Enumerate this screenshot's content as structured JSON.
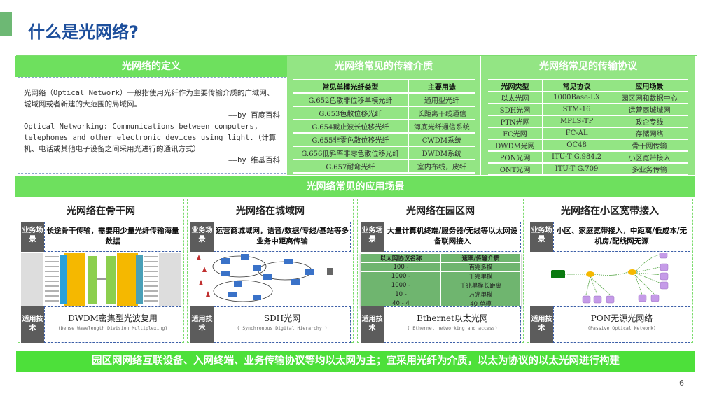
{
  "page": {
    "title": "什么是光网络?",
    "page_number": "6",
    "accent_color": "#6ee05e",
    "title_color": "#1d4f9c"
  },
  "definition": {
    "header": "光网络的定义",
    "zh_text": "光网络（Optical Network）一般指使用光纤作为主要传输介质的广域网、城域网或者新建的大范围的局域网。",
    "zh_source": "——by 百度百科",
    "en_text": "Optical Networking: Communications between computers, telephones and other electronic devices using light.（计算机、电话或其他电子设备之间采用光进行的通讯方式）",
    "en_source": "——by 维基百科"
  },
  "media": {
    "header": "光网络常见的传输介质",
    "columns": [
      "常见单模光纤类型",
      "主要用途"
    ],
    "rows": [
      [
        "G.652色散非位移单模光纤",
        "通用型光纤"
      ],
      [
        "G.653色散位移光纤",
        "长距离干线通信"
      ],
      [
        "G.654截止波长位移光纤",
        "海底光纤通信系统"
      ],
      [
        "G.655非零色散位移光纤",
        "CWDM系统"
      ],
      [
        "G.656低斜率非零色散位移光纤",
        "DWDM系统"
      ],
      [
        "G.657耐弯光纤",
        "室内布线，皮纤"
      ]
    ]
  },
  "protocols": {
    "header": "光网络常见的传输协议",
    "columns": [
      "光网类型",
      "常见协议",
      "应用场景"
    ],
    "rows": [
      [
        "以太光网",
        "1000Base-LX",
        "园区网和数据中心"
      ],
      [
        "SDH光网",
        "STM-16",
        "运营商城域网"
      ],
      [
        "PTN光网",
        "MPLS-TP",
        "政企专线"
      ],
      [
        "FC光网",
        "FC-AL",
        "存储网络"
      ],
      [
        "DWDM光网",
        "OC48",
        "骨干网传输"
      ],
      [
        "PON光网",
        "ITU-T G.984.2",
        "小区宽带接入"
      ],
      [
        "ONT光网",
        "ITU-T G.709",
        "多业务传输"
      ]
    ]
  },
  "scenarios": {
    "header": "光网络常见的应用场景",
    "scene_label": "业务场景",
    "tech_label": "适用技术",
    "cards": [
      {
        "title": "光网络在骨干网",
        "scene": "长途骨干传输，需要用少量光纤传输海量数据",
        "tech": "DWDM密集型光波复用",
        "tech_en": "(Dense Wavelength Division Multiplexing)"
      },
      {
        "title": "光网络在城域网",
        "scene": "运营商城域网，语音/数据/专线/基站等多业务中距离传输",
        "tech": "SDH光网",
        "tech_en": "( Synchronous Digital Hierarchy )"
      },
      {
        "title": "光网络在园区网",
        "scene": "大量计算机终端/服务器/无线等以太网设备联网接入",
        "tech": "Ethernet以太光网",
        "tech_en": "( Ethernet networking and access)",
        "table": {
          "columns": [
            "以太网协议名称",
            "速率/传输介质"
          ],
          "rows": [
            [
              "100    -",
              "百兆多模"
            ],
            [
              "1000    -",
              "千兆单模"
            ],
            [
              "1000    -",
              "千兆单模长距离"
            ],
            [
              "10    -",
              "万兆单模"
            ],
            [
              "40    -    4",
              "40  单模"
            ]
          ]
        }
      },
      {
        "title": "光网络在小区宽带接入",
        "scene": "小区、家庭宽带接入，中距离/低成本/无机房/配线网无源",
        "tech": "PON无源光网络",
        "tech_en": "(Passive Optical Network)"
      }
    ]
  },
  "banner": "园区网网络互联设备、入网终端、业务传输协议等均以太网为主；宜采用光纤为介质，以太为协议的以太光网进行构建"
}
